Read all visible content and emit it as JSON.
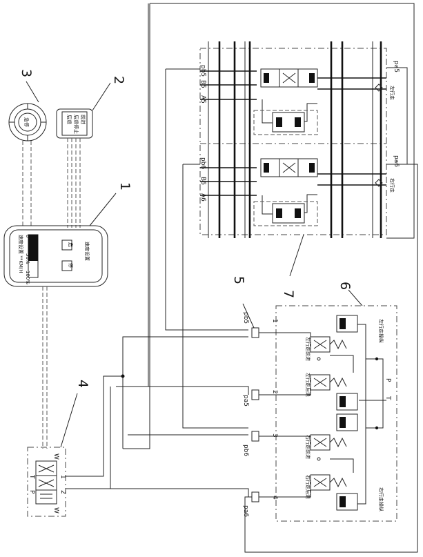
{
  "components": {
    "c1": {
      "number": "1",
      "panel_title": "速度设置",
      "speed_scale": [
        "0",
        "50%",
        "100%"
      ],
      "speed_caption": "速度设置 **KM/H",
      "btn_a": "启",
      "btn_b": "停"
    },
    "c2": {
      "number": "2",
      "lines": [
        "前进",
        "后退停止",
        "后退"
      ]
    },
    "c3": {
      "number": "3",
      "label": "急停"
    },
    "c4": {
      "number": "4",
      "ports": [
        "T",
        "P"
      ],
      "outlets": [
        "1",
        "2"
      ],
      "coils": [
        "W",
        "W"
      ]
    },
    "c5": {
      "number": "5"
    },
    "c6": {
      "number": "6",
      "title_top": "左行走操纵",
      "title_bottom": "右行走操纵",
      "valves": [
        {
          "id": "1",
          "port": "pb5",
          "label": "左行走前进"
        },
        {
          "id": "2",
          "port": "pa5",
          "label": "左行走后退"
        },
        {
          "id": "3",
          "port": "pb6",
          "label": "右行走前进"
        },
        {
          "id": "4",
          "port": "pa6",
          "label": "右行走后退"
        }
      ],
      "ports": [
        "P",
        "T"
      ]
    },
    "c7": {
      "number": "7",
      "left_ports_top": [
        "pb5",
        "B5",
        "A5"
      ],
      "left_ports_bottom": [
        "pb6",
        "B6",
        "A6"
      ],
      "right_ports": [
        "pa5",
        "pa6"
      ],
      "labels": [
        "左行走",
        "右行走"
      ]
    }
  }
}
